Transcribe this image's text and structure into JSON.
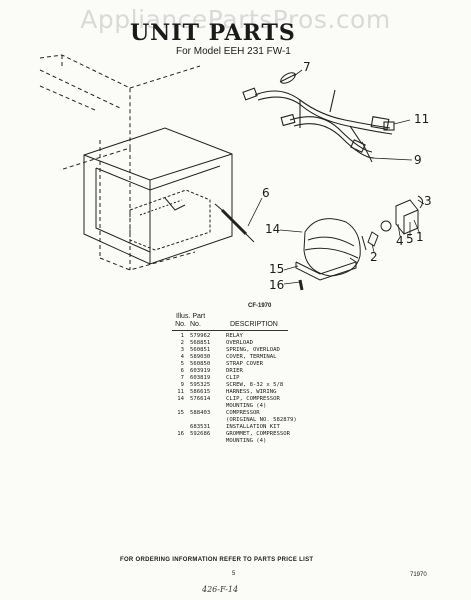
{
  "watermark": "AppliancePartsPros.com",
  "title": "UNIT PARTS",
  "model_line": "For Model EEH 231 FW-1",
  "figure_code": "CF-1970",
  "callouts": [
    "7",
    "11",
    "9",
    "6",
    "14",
    "15",
    "16",
    "2",
    "4",
    "5",
    "1",
    "3"
  ],
  "table": {
    "header_top": "Illus. Part",
    "header_no1": "No.",
    "header_no2": "No.",
    "header_desc": "DESCRIPTION",
    "rows": [
      {
        "illus": "1",
        "part": "579962",
        "desc": "RELAY"
      },
      {
        "illus": "2",
        "part": "568851",
        "desc": "OVERLOAD"
      },
      {
        "illus": "3",
        "part": "560851",
        "desc": "SPRING, OVERLOAD"
      },
      {
        "illus": "4",
        "part": "589030",
        "desc": "COVER, TERMINAL"
      },
      {
        "illus": "5",
        "part": "560850",
        "desc": "STRAP COVER"
      },
      {
        "illus": "6",
        "part": "603919",
        "desc": "DRIER"
      },
      {
        "illus": "7",
        "part": "603819",
        "desc": "CLIP"
      },
      {
        "illus": "9",
        "part": "595325",
        "desc": "SCREW, 8-32 x 5/8"
      },
      {
        "illus": "11",
        "part": "586615",
        "desc": "HARNESS, WIRING"
      },
      {
        "illus": "14",
        "part": "576614",
        "desc": "CLIP, COMPRESSOR"
      },
      {
        "illus": "",
        "part": "",
        "desc": "MOUNTING (4)"
      },
      {
        "illus": "15",
        "part": "588403",
        "desc": "COMPRESSOR"
      },
      {
        "illus": "",
        "part": "",
        "desc": "(ORIGINAL NO. 582879)"
      },
      {
        "illus": "",
        "part": "683531",
        "desc": "INSTALLATION KIT"
      },
      {
        "illus": "16",
        "part": "592686",
        "desc": "GROMMET, COMPRESSOR"
      },
      {
        "illus": "",
        "part": "",
        "desc": "MOUNTING (4)"
      }
    ]
  },
  "footer_order": "FOR ORDERING INFORMATION REFER TO PARTS PRICE LIST",
  "page_number": "5",
  "page_code": "71970",
  "handwritten": "426-F-14"
}
